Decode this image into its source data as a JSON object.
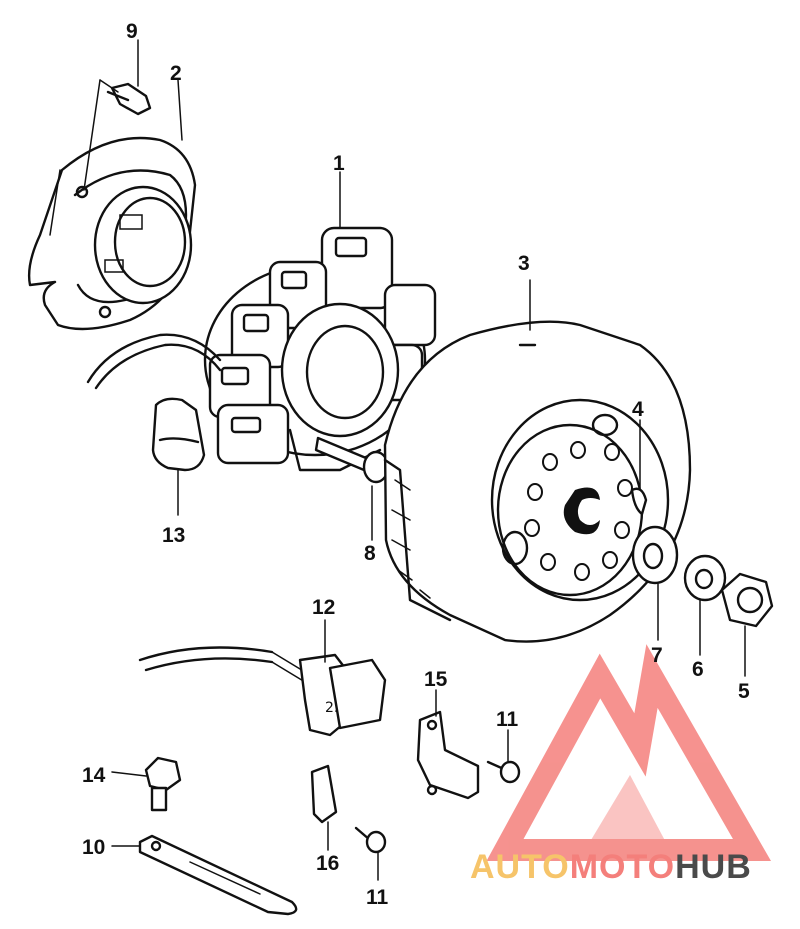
{
  "diagram": {
    "labels": [
      {
        "id": "label-9a",
        "text": "9"
      },
      {
        "id": "label-2",
        "text": "2"
      },
      {
        "id": "label-1",
        "text": "1"
      },
      {
        "id": "label-3",
        "text": "3"
      },
      {
        "id": "label-4",
        "text": "4"
      },
      {
        "id": "label-13",
        "text": "13"
      },
      {
        "id": "label-8",
        "text": "8"
      },
      {
        "id": "label-7",
        "text": "7"
      },
      {
        "id": "label-6",
        "text": "6"
      },
      {
        "id": "label-5",
        "text": "5"
      },
      {
        "id": "label-12",
        "text": "12"
      },
      {
        "id": "label-15",
        "text": "15"
      },
      {
        "id": "label-11a",
        "text": "11"
      },
      {
        "id": "label-14",
        "text": "14"
      },
      {
        "id": "label-10",
        "text": "10"
      },
      {
        "id": "label-16",
        "text": "16"
      },
      {
        "id": "label-11b",
        "text": "11"
      }
    ],
    "pickup_mark": "2."
  },
  "watermark": {
    "part1": "AUTO",
    "part2": "MOTO",
    "part3": "HUB",
    "color_light": "#f6c46a",
    "color_dark": "#4a4a4a",
    "logo_color": "#f47f7b"
  }
}
